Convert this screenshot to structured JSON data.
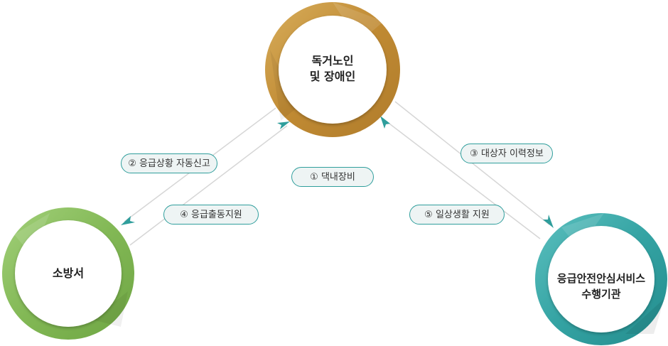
{
  "nodes": {
    "elderly": {
      "line1": "독거노인",
      "line2": "및 장애인"
    },
    "fire": {
      "line1": "소방서"
    },
    "agency": {
      "line1": "응급안전안심서비스",
      "line2": "수행기관"
    }
  },
  "steps": {
    "s1": "① 댁내장비",
    "s2": "② 응급상황 자동신고",
    "s3": "③ 대상자 이력정보",
    "s4": "④ 응급출동지원",
    "s5": "⑤ 일상생활 지원"
  },
  "colors": {
    "gold": "#c9973e",
    "green": "#8cc060",
    "teal": "#3aa9a9",
    "arrow": "#2f9e9c",
    "line": "#d6d6d6"
  }
}
